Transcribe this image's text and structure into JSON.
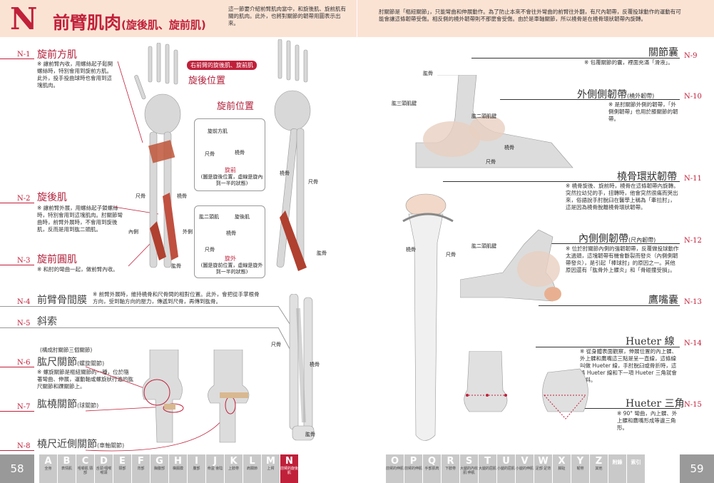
{
  "left": {
    "section_letter": "N",
    "title": "前臂肌肉",
    "title_sub": "(旋後肌、旋前肌)",
    "intro": "這一節要介紹前臂肌肉當中，和旋後肌、旋前肌有關的肌肉。此外，也將對關節的韌帶用圖表示出來。",
    "tag": "右前臂的旋後肌、旋前肌",
    "supination": "旋後位置",
    "pronation": "旋前位置",
    "items": [
      {
        "code": "N-1",
        "name": "旋前方肌",
        "note": "※ 讓前臂內收，用螺絲起子鬆開螺絲時，特別會用到旋前方肌。此外，投手投曲球時也會用到這塊肌肉。"
      },
      {
        "code": "N-2",
        "name": "旋後肌",
        "note": "※ 讓前臂外展，用螺絲起子鎖螺絲時，特別會用到這塊肌肉。肘關節彎曲時，前臂外展時，不會用到旋後肌，反而是用到肱二頭肌。"
      },
      {
        "code": "N-3",
        "name": "旋前圓肌",
        "note": "※ 和肘的彎曲一起，做前臂內收。"
      },
      {
        "code": "N-4",
        "name": "前臂骨間膜",
        "note": "※ 前臂外展時，維持橈骨和尺骨間的相對位置。此外，會把從手掌根骨方向，受到軸方向的壓力，傳遞到尺骨，再傳到肱骨。"
      },
      {
        "code": "N-5",
        "name": "斜索",
        "note": ""
      },
      {
        "code": "N-6",
        "name": "肱尺關節",
        "small": "(螺旋關節)",
        "note": "※ 螺旋關節是樞紐關節的一種，位於隨著彎曲、伸展，運動軸或螺旋狀行進的肱尺關節和踝關節上。"
      },
      {
        "code": "N-7",
        "name": "肱橈關節",
        "small": "(球關節)",
        "note": ""
      },
      {
        "code": "N-8",
        "name": "橈尺近側關節",
        "small": "(車軸關節)",
        "note": ""
      }
    ],
    "elbow_group": "(構成肘關節三個關節)",
    "box1": {
      "l1": "旋前方肌",
      "l2": "尺骨",
      "l3": "橈骨",
      "red": "旋前",
      "cap": "(圖是旋後位置，虛線是旋內到一半的狀態)"
    },
    "box2": {
      "l1": "肱二頭肌",
      "l2": "旋後肌",
      "l3": "橈骨",
      "l4": "尺骨",
      "red": "旋外",
      "cap": "(圖是旋前位置，虛線是旋外到一半的狀態)"
    },
    "labels": {
      "ulna": "尺骨",
      "radius": "橈骨",
      "humerus": "肱骨",
      "medial": "內側",
      "lateral": "外側"
    },
    "page_number": "58",
    "tabs": [
      {
        "L": "A",
        "s": "全身"
      },
      {
        "L": "B",
        "s": "表情肌"
      },
      {
        "L": "C",
        "s": "咀嚼肌 頸部"
      },
      {
        "L": "D",
        "s": "舌頭‧咽喉 喉頭"
      },
      {
        "L": "E",
        "s": "頸部"
      },
      {
        "L": "F",
        "s": "背部"
      },
      {
        "L": "G",
        "s": "胸腹部"
      },
      {
        "L": "H",
        "s": "橫膈膜"
      },
      {
        "L": "I",
        "s": "腹部"
      },
      {
        "L": "J",
        "s": "骨盆‧會陰"
      },
      {
        "L": "K",
        "s": "上肢帶"
      },
      {
        "L": "L",
        "s": "肩關節"
      },
      {
        "L": "M",
        "s": "上臂"
      },
      {
        "L": "N",
        "s": "前臂的旋後肌"
      }
    ]
  },
  "right": {
    "intro": "肘關節是「樞紐關節」，只能彎曲和伸展動作。為了防止本來不會往外彎曲的前臂往外翻，有尺內韌帶，反覆投球動作的運動有可能會讓這條韌帶受傷。相反側的橈外韌帶則不那麼會受傷。由於是車軸關節，所以橈骨是在橈骨環狀韌帶內旋轉。",
    "items": [
      {
        "code": "N-9",
        "name": "關節囊",
        "note": "※ 包覆關節的囊，裡面充滿「滑液」。"
      },
      {
        "code": "N-10",
        "name": "外側側韌帶",
        "small": "(橈外韌帶)",
        "note": "※ 是肘關節外側的韌帶，「外側側韌帶」也用於膝關節的韌帶。"
      },
      {
        "code": "N-11",
        "name": "橈骨環狀韌帶",
        "note": "※ 橈骨旋後、旋前時，橈骨在這條韌帶內旋轉。突然拉幼兒的手，扭轉時，他會突然很痛而哭出來，俗語說手肘脫臼在醫學上稱為「牽拉肘」，這是因為橈骨脫離橈骨環狀韌帶。"
      },
      {
        "code": "N-12",
        "name": "內側側韌帶",
        "small": "(尺內韌帶)",
        "note": "※ 位於肘關節內側的強韌韌帶，反覆做投球動作太過頭，這塊韌帶有機會斷裂而發炎（內側側韌帶發炎），是引起「棒球肘」的原因之一。其他原因還有「肱骨外上髁炎」和「骨碰撞受損」。"
      },
      {
        "code": "N-13",
        "name": "鷹嘴囊",
        "note": ""
      },
      {
        "code": "N-14",
        "name": "Hueter 線",
        "note": "※ 從身體表面觀察，伸展位置的內上髁、外上髁和鷹嘴這三點是呈一直線，這條線叫做 Hueter 線，手肘脫臼或骨折時，這條 Hueter 線和下一項 Hueter 三角就會歪斜。"
      },
      {
        "code": "N-15",
        "name": "Hueter 三角",
        "note": "※ 90° 彎曲，內上髁、外上髁和鷹嘴形成等邊三角形。"
      }
    ],
    "labels": {
      "humerus": "肱骨",
      "triceps": "肱三頭肌腱",
      "biceps": "肱二頭肌腱",
      "radius": "橈骨",
      "ulna": "尺骨"
    },
    "page_number": "59",
    "tabs": [
      {
        "L": "O",
        "s": "前臂的伸肌"
      },
      {
        "L": "P",
        "s": "前臂的伸肌"
      },
      {
        "L": "Q",
        "s": "手部肌肉"
      },
      {
        "L": "R",
        "s": "下肢帶"
      },
      {
        "L": "S",
        "s": "大腿的內收肌‧伸肌"
      },
      {
        "L": "T",
        "s": "大腿的屈肌"
      },
      {
        "L": "U",
        "s": "小腿的屈肌"
      },
      {
        "L": "V",
        "s": "小腿的伸肌"
      },
      {
        "L": "W",
        "s": "足部‧足背"
      },
      {
        "L": "X",
        "s": "腳趾"
      },
      {
        "L": "Y",
        "s": "韌帶"
      },
      {
        "L": "Z",
        "s": "其他"
      },
      {
        "L": "附錄",
        "s": ""
      },
      {
        "L": "索引",
        "s": ""
      }
    ]
  },
  "colors": {
    "accent": "#c0203a",
    "band": "#fbe3d4",
    "tab": "#c9c9c9"
  }
}
